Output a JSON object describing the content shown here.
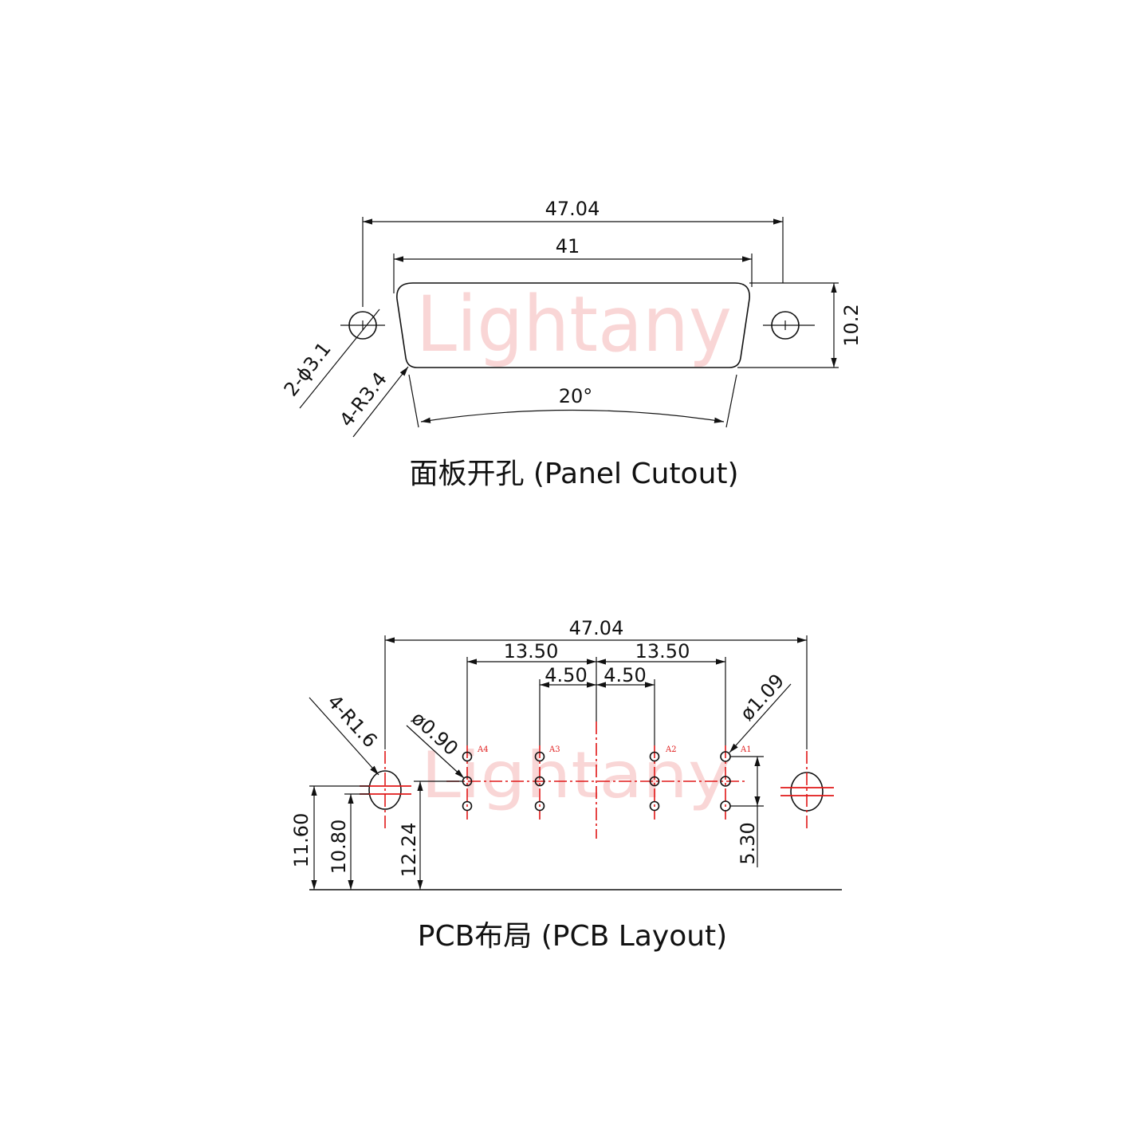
{
  "watermark": "Lightany",
  "panel_cutout": {
    "caption": "面板开孔 (Panel Cutout)",
    "dim_overall_width": "47.04",
    "dim_opening_width": "41",
    "dim_height": "10.2",
    "dim_hole_dia": "2-ϕ3.1",
    "dim_corner_radius": "4-R3.4",
    "dim_angle": "20°"
  },
  "pcb_layout": {
    "caption": "PCB布局 (PCB Layout)",
    "dim_overall_width": "47.04",
    "dim_pitch_left": "13.50",
    "dim_pitch_right": "13.50",
    "dim_center_left": "4.50",
    "dim_center_right": "4.50",
    "dim_mount_radius": "4-R1.6",
    "dim_pin_dia_small": "ø0.90",
    "dim_pin_dia_large": "ø1.09",
    "dim_height_a": "11.60",
    "dim_height_b": "10.80",
    "dim_height_c": "12.24",
    "dim_row_spacing": "5.30",
    "pin_labels": [
      "A4",
      "A3",
      "A2",
      "A1"
    ]
  }
}
